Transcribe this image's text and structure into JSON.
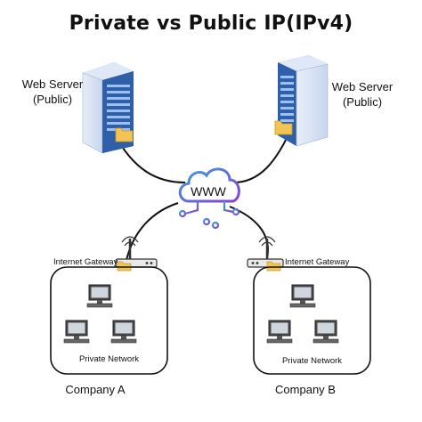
{
  "title": "Private vs Public IP(IPv4)",
  "servers": {
    "left": {
      "label_line1": "Web Server",
      "label_line2": "(Public)"
    },
    "right": {
      "label_line1": "Web Server",
      "label_line2": "(Public)"
    }
  },
  "cloud": {
    "label": "WWW"
  },
  "gateways": {
    "left": {
      "label": "Internet Gateway"
    },
    "right": {
      "label": "Internet Gateway"
    }
  },
  "networks": {
    "left": {
      "label": "Private Network",
      "company": "Company A"
    },
    "right": {
      "label": "Private Network",
      "company": "Company B"
    }
  },
  "icons": [
    "server-rack-icon",
    "folder-icon",
    "cloud-icon",
    "router-icon",
    "computer-icon"
  ],
  "colors": {
    "server_blue": "#2f5fa8",
    "server_light": "#8fb4e8",
    "folder": "#f1c453",
    "cloud_purple": "#7a52c9",
    "cloud_blue": "#3aa0e0",
    "router_dark": "#333333",
    "monitor": "#3b3b3b"
  }
}
